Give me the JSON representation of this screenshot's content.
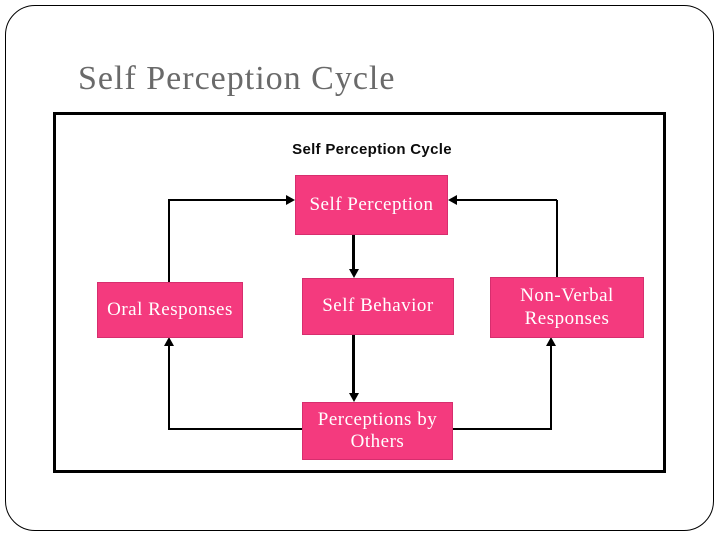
{
  "slide": {
    "title": "Self Perception Cycle"
  },
  "diagram": {
    "title": "Self Perception Cycle",
    "nodes": [
      {
        "id": "self-perception",
        "label": "Self Perception"
      },
      {
        "id": "oral-responses",
        "label": "Oral Responses"
      },
      {
        "id": "self-behavior",
        "label": "Self Behavior"
      },
      {
        "id": "non-verbal-responses",
        "label": "Non-Verbal Responses"
      },
      {
        "id": "perceptions-by-others",
        "label": "Perceptions by Others"
      }
    ],
    "edges": [
      {
        "from": "oral-responses",
        "to": "self-perception"
      },
      {
        "from": "non-verbal-responses",
        "to": "self-perception"
      },
      {
        "from": "self-perception",
        "to": "self-behavior"
      },
      {
        "from": "self-behavior",
        "to": "perceptions-by-others"
      },
      {
        "from": "perceptions-by-others",
        "to": "oral-responses"
      },
      {
        "from": "perceptions-by-others",
        "to": "non-verbal-responses"
      }
    ]
  },
  "colors": {
    "node_fill": "#f43a7e",
    "node_border": "#d62e6e",
    "node_text": "#ffffff",
    "title_text": "#6a6a6a",
    "line": "#000000",
    "background": "#ffffff"
  }
}
